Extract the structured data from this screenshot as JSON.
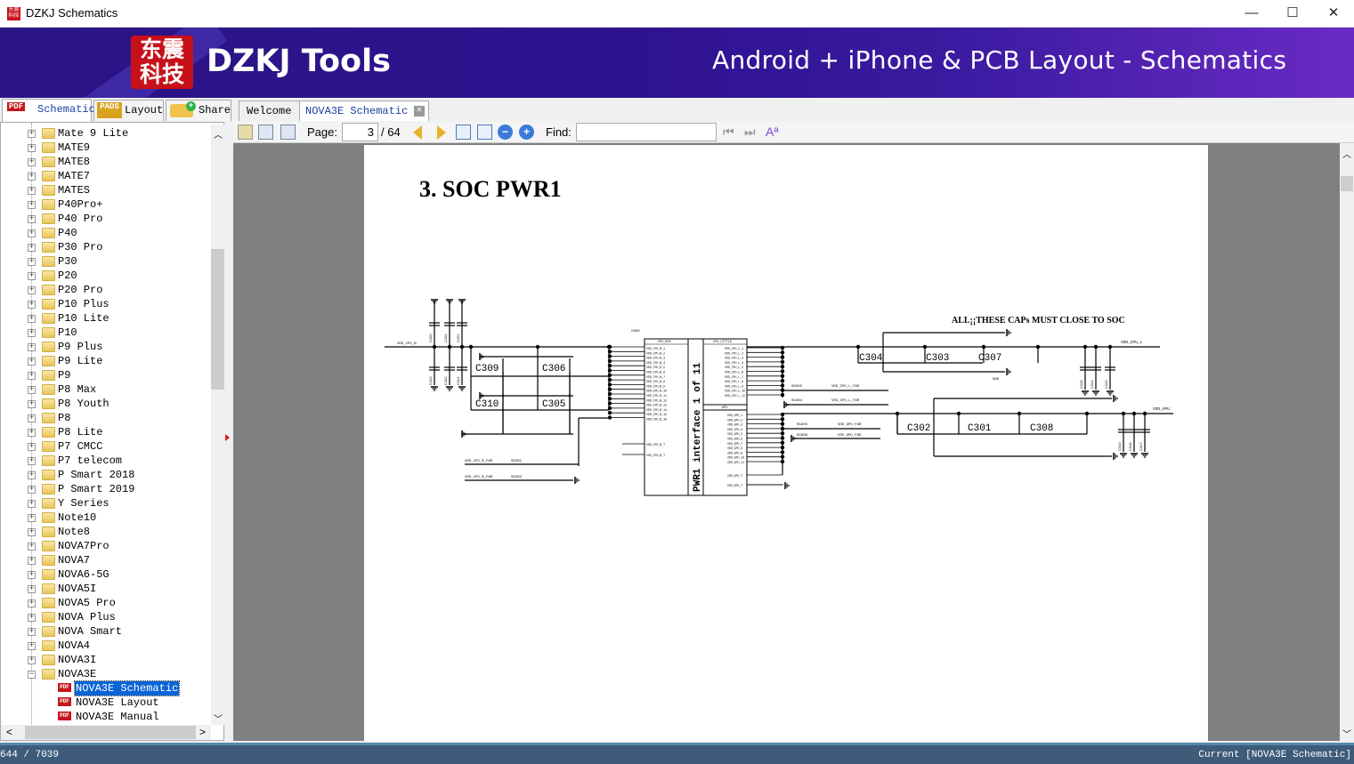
{
  "window": {
    "title": "DZKJ Schematics",
    "controls": [
      "—",
      "☐",
      "✕"
    ]
  },
  "banner": {
    "logo_chars": [
      "东",
      "震",
      "科",
      "技"
    ],
    "brand": "DZKJ Tools",
    "tagline": "Android + iPhone & PCB Layout - Schematics"
  },
  "tabs": {
    "schematic": "Schematic",
    "layout": "Layout",
    "share": "Share",
    "pads_badge": "PADS",
    "pdf_badge": "PDF"
  },
  "doc_tabs": [
    {
      "label": "Welcome"
    },
    {
      "label": "NOVA3E Schematic",
      "active": true
    }
  ],
  "tree": {
    "items": [
      "Mate 9 Lite",
      "MATE9",
      "MATE8",
      "MATE7",
      "MATES",
      "P40Pro+",
      "P40 Pro",
      "P40",
      "P30 Pro",
      "P30",
      "P20",
      "P20 Pro",
      "P10 Plus",
      "P10 Lite",
      "P10",
      "P9 Plus",
      "P9 Lite",
      "P9",
      "P8 Max",
      "P8 Youth",
      "P8",
      "P8 Lite",
      "P7 CMCC",
      "P7 telecom",
      "P Smart 2018",
      "P Smart 2019",
      "Y Series",
      "Note10",
      "Note8",
      "NOVA7Pro",
      "NOVA7",
      "NOVA6-5G",
      "NOVA5I",
      "NOVA5 Pro",
      "NOVA Plus",
      "NOVA Smart",
      "NOVA4",
      "NOVA3I",
      "NOVA3E"
    ],
    "expanded": "NOVA3E",
    "children": [
      {
        "label": "NOVA3E Schematic",
        "selected": true
      },
      {
        "label": "NOVA3E Layout"
      },
      {
        "label": "NOVA3E Manual"
      }
    ]
  },
  "toolbar": {
    "page_label": "Page:",
    "page_value": "3",
    "page_total": "/ 64",
    "find_label": "Find:",
    "find_value": ""
  },
  "schematic": {
    "title": "3. SOC PWR1",
    "note": "ALL¡¡THESE CAPs MUST CLOSE TO SOC",
    "ref": "U300",
    "sections": {
      "big": "CPU_BIG",
      "little": "CPU_LITTLE",
      "gpu": "GPU"
    },
    "interface_label": "PWR1 interface 1 of 11",
    "nets": {
      "vdd_cpu_b": "VDD_CPU_B",
      "vdd_cpu_l": "VDD_CPU_L",
      "vdd_gpu": "VDD_GPU",
      "gnd": "GND",
      "vdd_cpu_b_far": "VDD_CPU_B_FAR",
      "vss_cpu_b_far": "VSS_CPU_B_FAR",
      "vdd_cpu_l_far": "VDD_CPU_L_FAR",
      "vss_cpu_l_far": "VSS_CPU_L_FAR",
      "vdd_gpu_far": "VDD_GPU_FAR",
      "vss_gpu_far": "VSS_GPU_FAR"
    },
    "resistors": [
      "SG301",
      "SG302",
      "SG303",
      "SG304",
      "SG305",
      "SG306"
    ],
    "big_caps": [
      "C309",
      "C306",
      "C310",
      "C305",
      "C304",
      "C303",
      "C307",
      "C302",
      "C301",
      "C308"
    ],
    "small_caps": [
      "C320",
      "C321",
      "C322",
      "C313",
      "C312",
      "C311",
      "C318",
      "C314",
      "C315",
      "C319",
      "C316",
      "C317"
    ],
    "pins_big": [
      "VDD_CPU_B_1",
      "VDD_CPU_B_2",
      "VDD_CPU_B_3",
      "VDD_CPU_B_4",
      "VDD_CPU_B_5",
      "VDD_CPU_B_6",
      "VDD_CPU_B_7",
      "VDD_CPU_B_8",
      "VDD_CPU_B_9",
      "VDD_CPU_B_10",
      "VDD_CPU_B_11",
      "VDD_CPU_B_12",
      "VDD_CPU_B_13",
      "VDD_CPU_B_14",
      "VDD_CPU_B_15",
      "VDD_CPU_B_16"
    ],
    "pins_big_t": [
      "VDD_CPU_B_T",
      "VSS_CPU_B_T"
    ],
    "pins_little": [
      "VDD_CPU_L_1",
      "VDD_CPU_L_2",
      "VDD_CPU_L_3",
      "VDD_CPU_L_4",
      "VDD_CPU_L_5",
      "VDD_CPU_L_6",
      "VDD_CPU_L_7",
      "VDD_CPU_L_8",
      "VDD_CPU_L_9",
      "VDD_CPU_L_10",
      "VDD_CPU_L_11"
    ],
    "pins_gpu": [
      "VDD_GPU_1",
      "VDD_GPU_2",
      "VDD_GPU_3",
      "VDD_GPU_4",
      "VDD_GPU_5",
      "VDD_GPU_6",
      "VDD_GPU_7",
      "VDD_GPU_8",
      "VDD_GPU_9",
      "VDD_GPU_10",
      "VDD_GPU_11"
    ],
    "pins_gpu_t": [
      "VDD_GPU_T",
      "VSS_GPU_T"
    ]
  },
  "status": {
    "count": "644 / 7039",
    "current": "Current [NOVA3E Schematic]"
  }
}
